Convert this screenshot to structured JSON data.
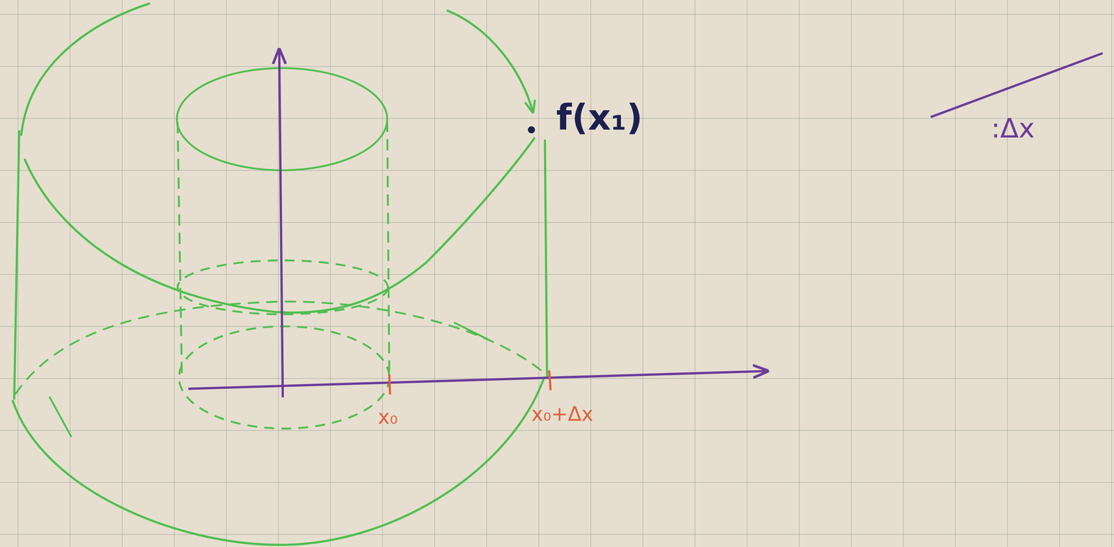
{
  "diagram": {
    "labels": [
      "f(x₁)",
      "x₀",
      "x₀+Δx",
      ":Δx"
    ]
  }
}
